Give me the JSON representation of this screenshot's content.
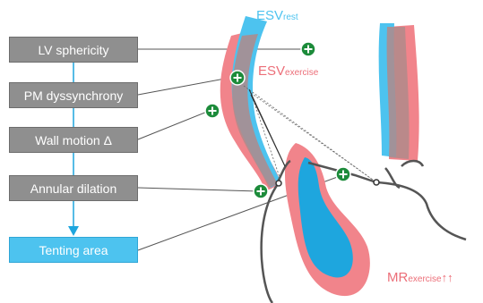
{
  "factors": [
    {
      "label": "LV sphericity"
    },
    {
      "label": "PM dyssynchrony"
    },
    {
      "label": "Wall motion Δ"
    },
    {
      "label": "Annular dilation"
    }
  ],
  "outcome": {
    "label": "Tenting area"
  },
  "labels": {
    "esv_rest_main": "ESV",
    "esv_rest_sub": "rest",
    "esv_ex_main": "ESV",
    "esv_ex_sub": "exercise",
    "mr_main": "MR",
    "mr_sub": "exercise",
    "mr_arrows": "↑↑"
  },
  "colors": {
    "rest": "#4dc3ef",
    "exercise": "#f1848b",
    "box": "#8f8f8f",
    "plus": "#1c8b3a"
  }
}
